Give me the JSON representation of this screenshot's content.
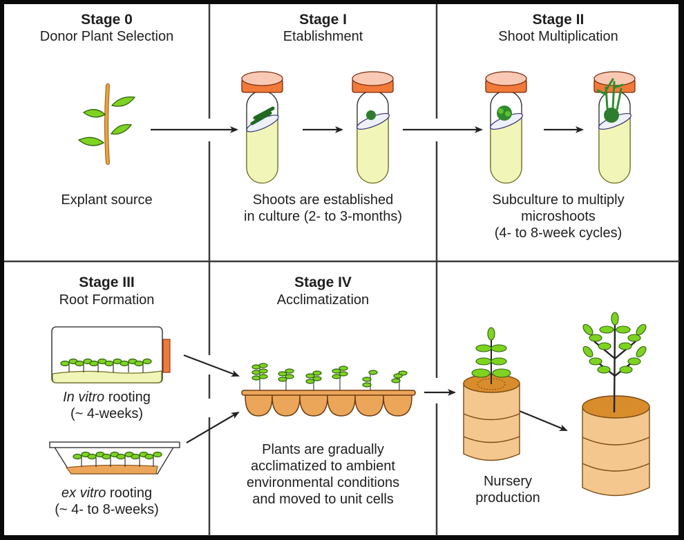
{
  "diagram": {
    "type": "process-flow",
    "stages": [
      {
        "id": "stage-0",
        "title": "Stage 0",
        "subtitle": "Donor Plant Selection",
        "caption": [
          "Explant source"
        ]
      },
      {
        "id": "stage-1",
        "title": "Stage I",
        "subtitle": "Etablishment",
        "caption": [
          "Shoots are established",
          "in culture (2- to 3-months)"
        ]
      },
      {
        "id": "stage-2",
        "title": "Stage II",
        "subtitle": "Shoot Multiplication",
        "caption": [
          "Subculture to multiply",
          "microshoots",
          "(4- to 8-week cycles)"
        ]
      },
      {
        "id": "stage-3",
        "title": "Stage III",
        "subtitle": "Root Formation",
        "in_vitro": {
          "italic": "In vitro",
          "rest": " rooting",
          "duration": "(~ 4-weeks)"
        },
        "ex_vitro": {
          "italic": "ex vitro",
          "rest": " rooting",
          "duration": "(~ 4- to 8-weeks)"
        }
      },
      {
        "id": "stage-4",
        "title": "Stage IV",
        "subtitle": "Acclimatization",
        "caption": [
          "Plants are gradually",
          "acclimatized to ambient",
          "environmental conditions",
          "and moved to unit cells"
        ]
      },
      {
        "id": "nursery",
        "title": "",
        "subtitle": "",
        "caption": [
          "Nursery",
          "production"
        ]
      }
    ],
    "flow": [
      [
        "stage-0",
        "stage-1"
      ],
      [
        "stage-1",
        "stage-2"
      ],
      [
        "stage-2",
        "stage-3"
      ],
      [
        "stage-3",
        "stage-4"
      ],
      [
        "stage-4",
        "nursery"
      ]
    ],
    "colors": {
      "leaf": "#7ed321",
      "leaf_dark": "#3e8e1e",
      "stem_orange": "#e8a33d",
      "cap_orange": "#f07a3a",
      "cap_top": "#f9c9b4",
      "medium_yellow": "#f2f5b8",
      "tray_orange": "#eba65a",
      "pot_tan": "#f4c78e",
      "soil": "#d98c2c",
      "frame": "#0a0a0a",
      "grid": "#333333"
    }
  }
}
